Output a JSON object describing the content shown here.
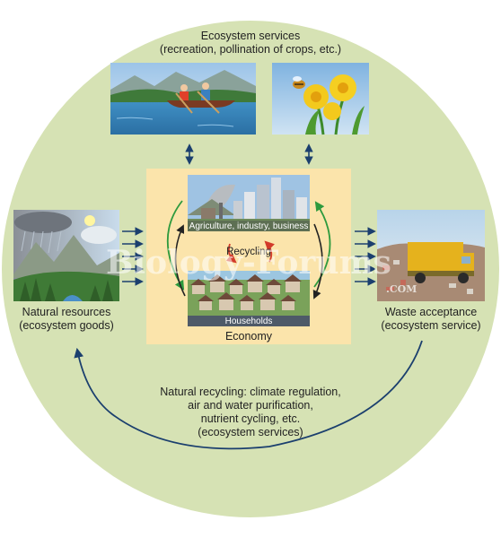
{
  "ecosystem_services": {
    "title": "Ecosystem services",
    "subtitle": "(recreation, pollination of crops, etc.)"
  },
  "natural_resources": {
    "line1": "Natural resources",
    "line2": "(ecosystem goods)"
  },
  "waste_acceptance": {
    "line1": "Waste acceptance",
    "line2": "(ecosystem service)"
  },
  "economy": {
    "title": "Economy",
    "sector_top": "Agriculture, industry, business",
    "sector_bottom": "Households",
    "recycling": "Recycling"
  },
  "natural_recycling": {
    "line1": "Natural recycling: climate regulation,",
    "line2": "air and water purification,",
    "line3": "nutrient cycling, etc.",
    "line4": "(ecosystem services)"
  },
  "watermark": {
    "text": "Biology-Forums",
    "suffix": ".COM"
  },
  "colors": {
    "outer_circle": "#d6e2b4",
    "economy_box": "#fbe4ab",
    "arrow_dark": "#1b3f6e",
    "arrow_green": "#2e9a3e",
    "arrow_red": "#d23a2a"
  }
}
